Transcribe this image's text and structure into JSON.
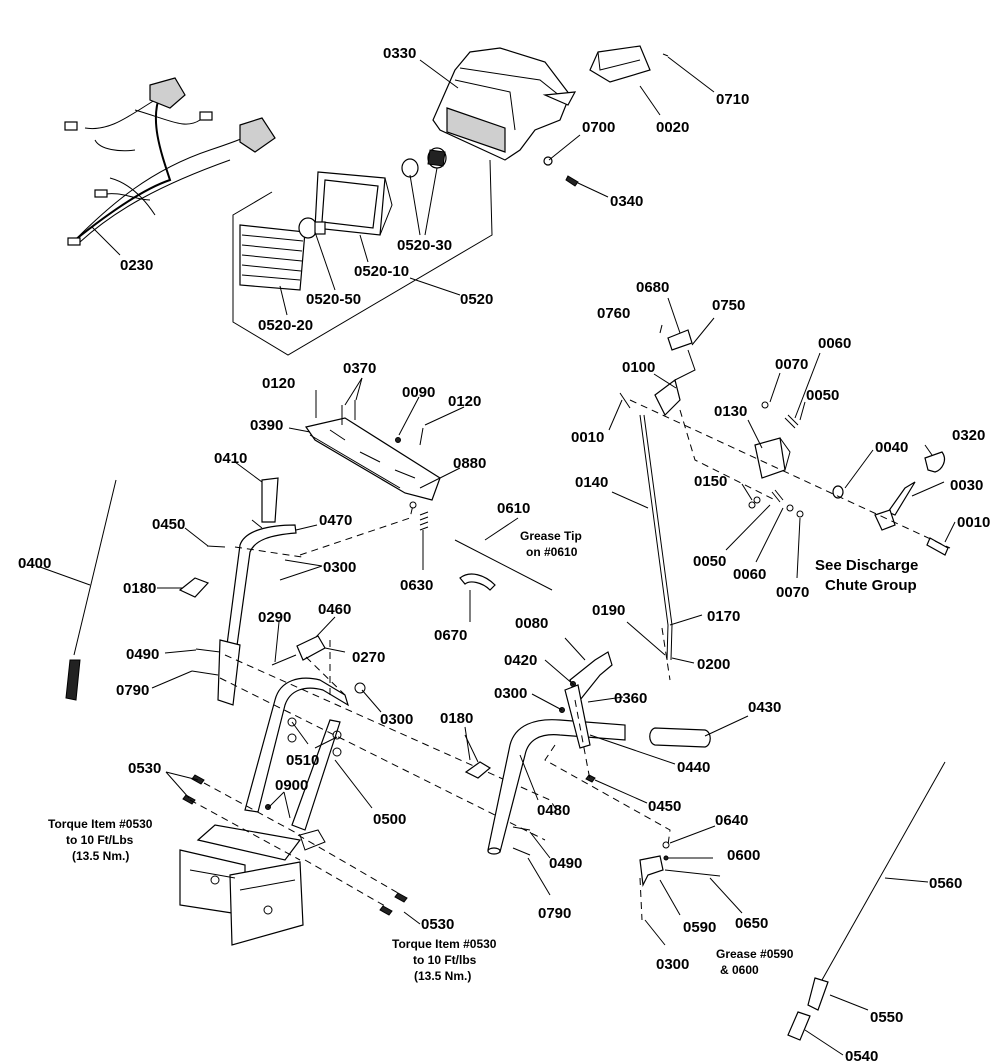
{
  "callouts": {
    "c0330": "0330",
    "c0710": "0710",
    "c0020": "0020",
    "c0700": "0700",
    "c0340": "0340",
    "c0230": "0230",
    "c0520_30": "0520-30",
    "c0520_10": "0520-10",
    "c0520_50": "0520-50",
    "c0520": "0520",
    "c0520_20": "0520-20",
    "c0680": "0680",
    "c0760": "0760",
    "c0750": "0750",
    "c0060a": "0060",
    "c0070a": "0070",
    "c0100": "0100",
    "c0050a": "0050",
    "c0130": "0130",
    "c0320": "0320",
    "c0010a": "0010",
    "c0040": "0040",
    "c0150": "0150",
    "c0030": "0030",
    "c0140": "0140",
    "c0010b": "0010",
    "c0050b": "0050",
    "c0060b": "0060",
    "c0070b": "0070",
    "c0120a": "0120",
    "c0370": "0370",
    "c0090": "0090",
    "c0120b": "0120",
    "c0390": "0390",
    "c0880": "0880",
    "c0410": "0410",
    "c0470": "0470",
    "c0450a": "0450",
    "c0300a": "0300",
    "c0610": "0610",
    "c0400": "0400",
    "c0180a": "0180",
    "c0630": "0630",
    "c0670": "0670",
    "c0290": "0290",
    "c0460": "0460",
    "c0270": "0270",
    "c0490a": "0490",
    "c0790a": "0790",
    "c0080": "0080",
    "c0190": "0190",
    "c0170": "0170",
    "c0200": "0200",
    "c0420": "0420",
    "c0300b": "0300",
    "c0360": "0360",
    "c0430": "0430",
    "c0180b": "0180",
    "c0300c": "0300",
    "c0510": "0510",
    "c0440": "0440",
    "c0530a": "0530",
    "c0900": "0900",
    "c0500": "0500",
    "c0450b": "0450",
    "c0480": "0480",
    "c0640": "0640",
    "c0600": "0600",
    "c0490b": "0490",
    "c0560": "0560",
    "c0790b": "0790",
    "c0530b": "0530",
    "c0590": "0590",
    "c0650": "0650",
    "c0300d": "0300",
    "c0550": "0550",
    "c0540": "0540"
  },
  "notes": {
    "grease_tip_l1": "Grease Tip",
    "grease_tip_l2": "on #0610",
    "see_discharge_l1": "See Discharge",
    "see_discharge_l2": "Chute Group",
    "torque_left_l1": "Torque Item #0530",
    "torque_left_l2": "to 10 Ft/Lbs",
    "torque_left_l3": "(13.5 Nm.)",
    "torque_bottom_l1": "Torque Item #0530",
    "torque_bottom_l2": "to 10 Ft/lbs",
    "torque_bottom_l3": "(13.5 Nm.)",
    "grease_0590_l1": "Grease #0590",
    "grease_0590_l2": "& 0600"
  }
}
